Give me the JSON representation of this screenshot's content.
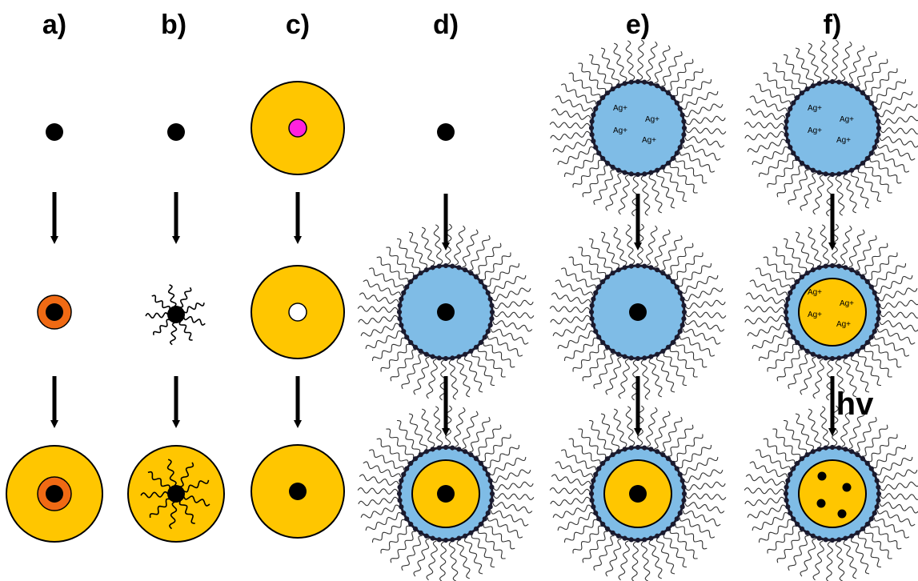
{
  "columns": [
    {
      "label": "a)"
    },
    {
      "label": "b)"
    },
    {
      "label": "c)"
    },
    {
      "label": "d)"
    },
    {
      "label": "e)"
    },
    {
      "label": "f)"
    }
  ],
  "ion_label": "Ag+",
  "light_label": "hv",
  "colors": {
    "core": "#000000",
    "gold_shell": "#ffc600",
    "orange_layer": "#f06a14",
    "magenta_core": "#ff22dd",
    "micelle_water": "#7fbce6",
    "surfactant_head": "#1a1a2e",
    "surfactant_tail": "#333333"
  }
}
